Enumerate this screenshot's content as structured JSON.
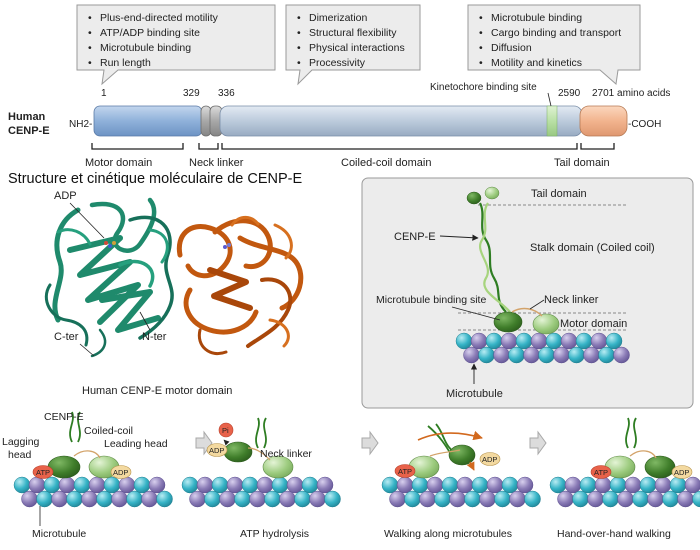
{
  "callouts": [
    {
      "items": [
        "Plus-end-directed motility",
        "ATP/ADP binding site",
        "Microtubule binding",
        "Run length"
      ]
    },
    {
      "items": [
        "Dimerization",
        "Structural flexibility",
        "Physical interactions",
        "Processivity"
      ]
    },
    {
      "items": [
        "Microtubule binding",
        "Cargo binding and transport",
        "Diffusion",
        "Motility and kinetics"
      ]
    }
  ],
  "domain_map": {
    "protein_line1": "Human",
    "protein_line2": "CENP-E",
    "n_term": "NH2-",
    "c_term": "-COOH",
    "positions": [
      "1",
      "329",
      "336",
      "2590",
      "2701 amino acids"
    ],
    "kinetochore_label": "Kinetochore binding site",
    "domains": [
      "Motor domain",
      "Neck linker",
      "Coiled-coil domain",
      "Tail domain"
    ]
  },
  "structure_section": {
    "title": "Structure et cinétique moléculaire de CENP-E",
    "labels": {
      "adp": "ADP",
      "c_ter": "C-ter",
      "n_ter": "N-ter"
    },
    "caption": "Human CENP-E motor domain",
    "colors": {
      "green_monomer": "#1f8a6c",
      "orange_monomer": "#c2580f"
    }
  },
  "schematic": {
    "tail": "Tail domain",
    "cenpe": "CENP-E",
    "stalk": "Stalk domain (Coiled coil)",
    "mt_binding": "Microtubule binding site",
    "neck": "Neck linker",
    "motor": "Motor domain",
    "microtubule": "Microtubule"
  },
  "steps": {
    "step1": {
      "cenpe": "CENP-E",
      "coiled": "Coiled-coil",
      "lagging": "Lagging",
      "head": "head",
      "leading": "Leading head",
      "atp": "ATP",
      "adp": "ADP",
      "caption": "Microtubule"
    },
    "step2": {
      "pi": "Pi",
      "adp": "ADP",
      "neck": "Neck linker",
      "caption": "ATP hydrolysis"
    },
    "step3": {
      "atp": "ATP",
      "adp": "ADP",
      "caption": "Walking along microtubules"
    },
    "step4": {
      "atp": "ATP",
      "adp": "ADP",
      "caption": "Hand-over-hand walking"
    }
  },
  "colors": {
    "motor": "#8fb1da",
    "neck": "#a8a8a8",
    "coiled": "#bccbdc",
    "tail": "#f2b48e",
    "kinetochore": "#b9e0a5",
    "mt_teal": "#35b3c6",
    "mt_purple": "#8a7bb6",
    "head_dark": "#3f7d2a",
    "head_light": "#9ccb7e",
    "atp": "#e8624a",
    "adp": "#f3d9a0",
    "arrow": "#c8c8c8"
  }
}
